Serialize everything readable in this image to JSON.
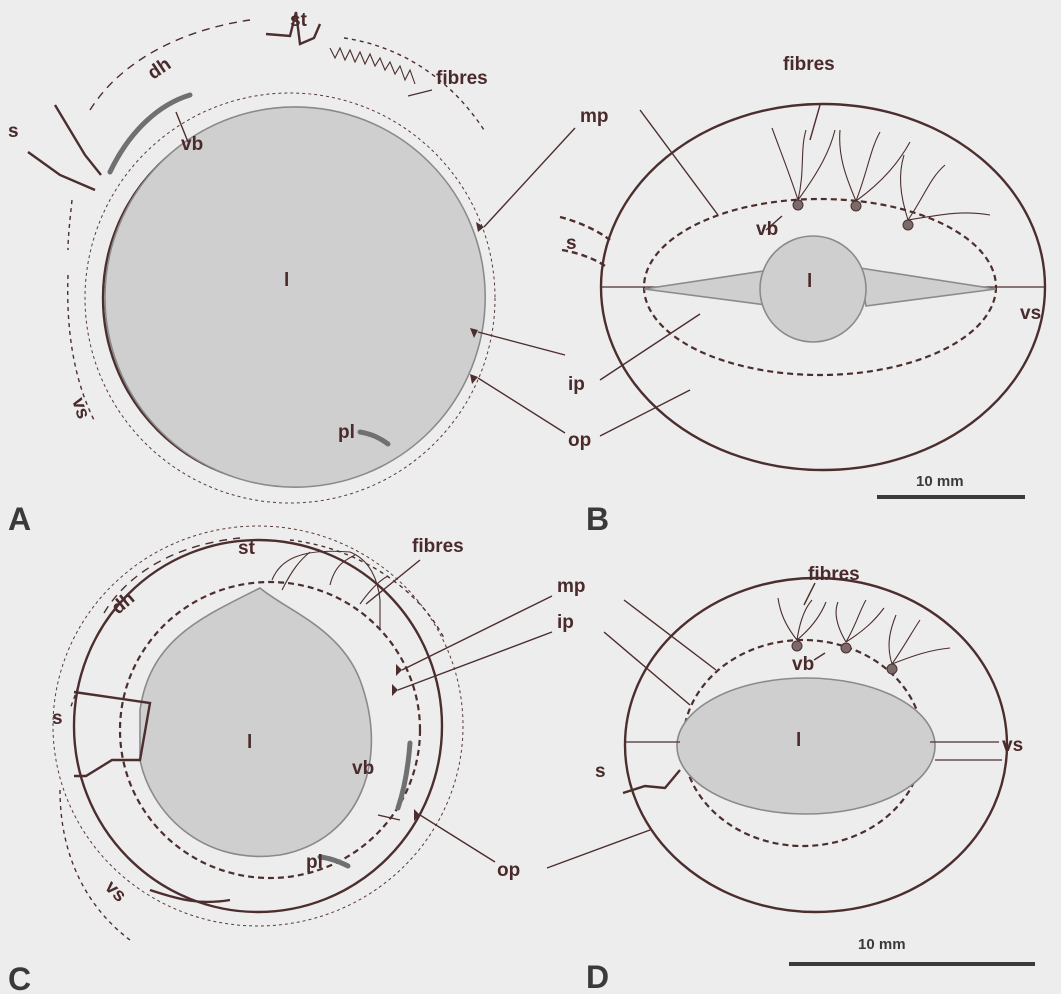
{
  "panels": {
    "a": {
      "letter": "A",
      "st": "st",
      "dh": "dh",
      "s": "s",
      "vb": "vb",
      "fibres": "fibres",
      "l": "l",
      "vs": "vs",
      "pl": "pl"
    },
    "b": {
      "letter": "B",
      "fibres": "fibres",
      "mp": "mp",
      "vb": "vb",
      "s": "s",
      "l": "l",
      "vs": "vs",
      "ip": "ip",
      "op": "op"
    },
    "c": {
      "letter": "C",
      "st": "st",
      "dh": "dh",
      "s": "s",
      "fibres": "fibres",
      "l": "l",
      "vb": "vb",
      "pl": "pl",
      "vs": "vs"
    },
    "d": {
      "letter": "D",
      "fibres": "fibres",
      "mp": "mp",
      "ip": "ip",
      "vb": "vb",
      "l": "l",
      "s": "s",
      "vs": "vs",
      "op": "op"
    }
  },
  "scale_bars": {
    "top": "10 mm",
    "bottom": "10 mm"
  },
  "colors": {
    "ink": "#4d2e2e",
    "locule": "#cfcfcf",
    "background": "#ededed"
  }
}
